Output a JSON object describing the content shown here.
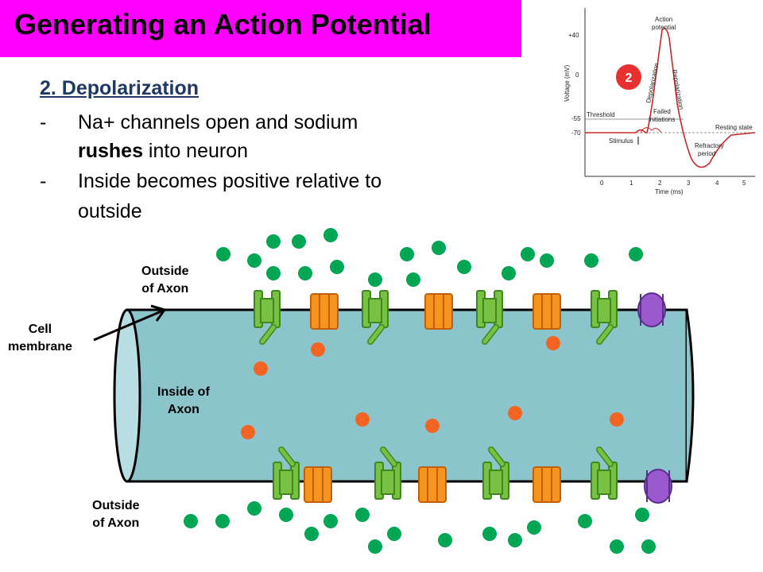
{
  "title": "Generating an Action Potential",
  "subtitle": "2. Depolarization",
  "bullets": [
    {
      "dash": "-",
      "line1": "Na+ channels open and sodium",
      "line2_bold": "rushes",
      "line2_rest": " into neuron"
    },
    {
      "dash": "-",
      "line1": "Inside becomes positive relative to",
      "line2": "outside"
    }
  ],
  "labels": {
    "outside_top": [
      "Outside",
      "of Axon"
    ],
    "outside_bottom": [
      "Outside",
      "of Axon"
    ],
    "inside": [
      "Inside of",
      "Axon"
    ],
    "cell_membrane": [
      "Cell",
      "membrane"
    ]
  },
  "graph": {
    "step_badge": "2",
    "y_axis_label": "Voltage (mV)",
    "x_axis_label": "Time (ms)",
    "y_ticks": [
      "+40",
      "0",
      "-55",
      "-70"
    ],
    "x_ticks": [
      "0",
      "1",
      "2",
      "3",
      "4",
      "5"
    ],
    "annotations": {
      "action_potential": [
        "Action",
        "potential"
      ],
      "depolarization": "Depolarization",
      "repolarization": "Repolarization",
      "threshold": "Threshold",
      "failed": [
        "Failed",
        "initiations"
      ],
      "resting": "Resting state",
      "stimulus": "Stimulus",
      "refractory": [
        "Refractory",
        "period"
      ]
    }
  },
  "colors": {
    "title_bg": "#ff00ff",
    "axon": "#8cc4cc",
    "sodium_outside": "#00a651",
    "potassium_inside": "#f26522",
    "na_channel": "#7ac143",
    "k_channel": "#f7941d",
    "pump": "#9b59d0",
    "badge": "#e8312f"
  }
}
